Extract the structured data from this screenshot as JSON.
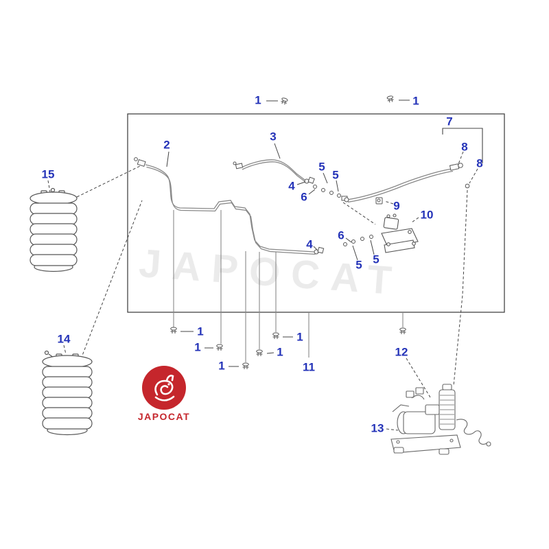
{
  "watermark_text": "JAPOCAT",
  "logo": {
    "text": "JAPOCAT"
  },
  "colors": {
    "callout_blue": "#2433b8",
    "logo_red": "#c5262c",
    "line_gray": "#888888",
    "frame_black": "#444444"
  },
  "callouts": [
    {
      "text": "1"
    },
    {
      "text": "1"
    },
    {
      "text": "2"
    },
    {
      "text": "3"
    },
    {
      "text": "7"
    },
    {
      "text": "8"
    },
    {
      "text": "8"
    },
    {
      "text": "5"
    },
    {
      "text": "5"
    },
    {
      "text": "4"
    },
    {
      "text": "6"
    },
    {
      "text": "9"
    },
    {
      "text": "10"
    },
    {
      "text": "6"
    },
    {
      "text": "4"
    },
    {
      "text": "5"
    },
    {
      "text": "5"
    },
    {
      "text": "15"
    },
    {
      "text": "14"
    },
    {
      "text": "1"
    },
    {
      "text": "1"
    },
    {
      "text": "1"
    },
    {
      "text": "1"
    },
    {
      "text": "1"
    },
    {
      "text": "11"
    },
    {
      "text": "12"
    },
    {
      "text": "13"
    }
  ]
}
